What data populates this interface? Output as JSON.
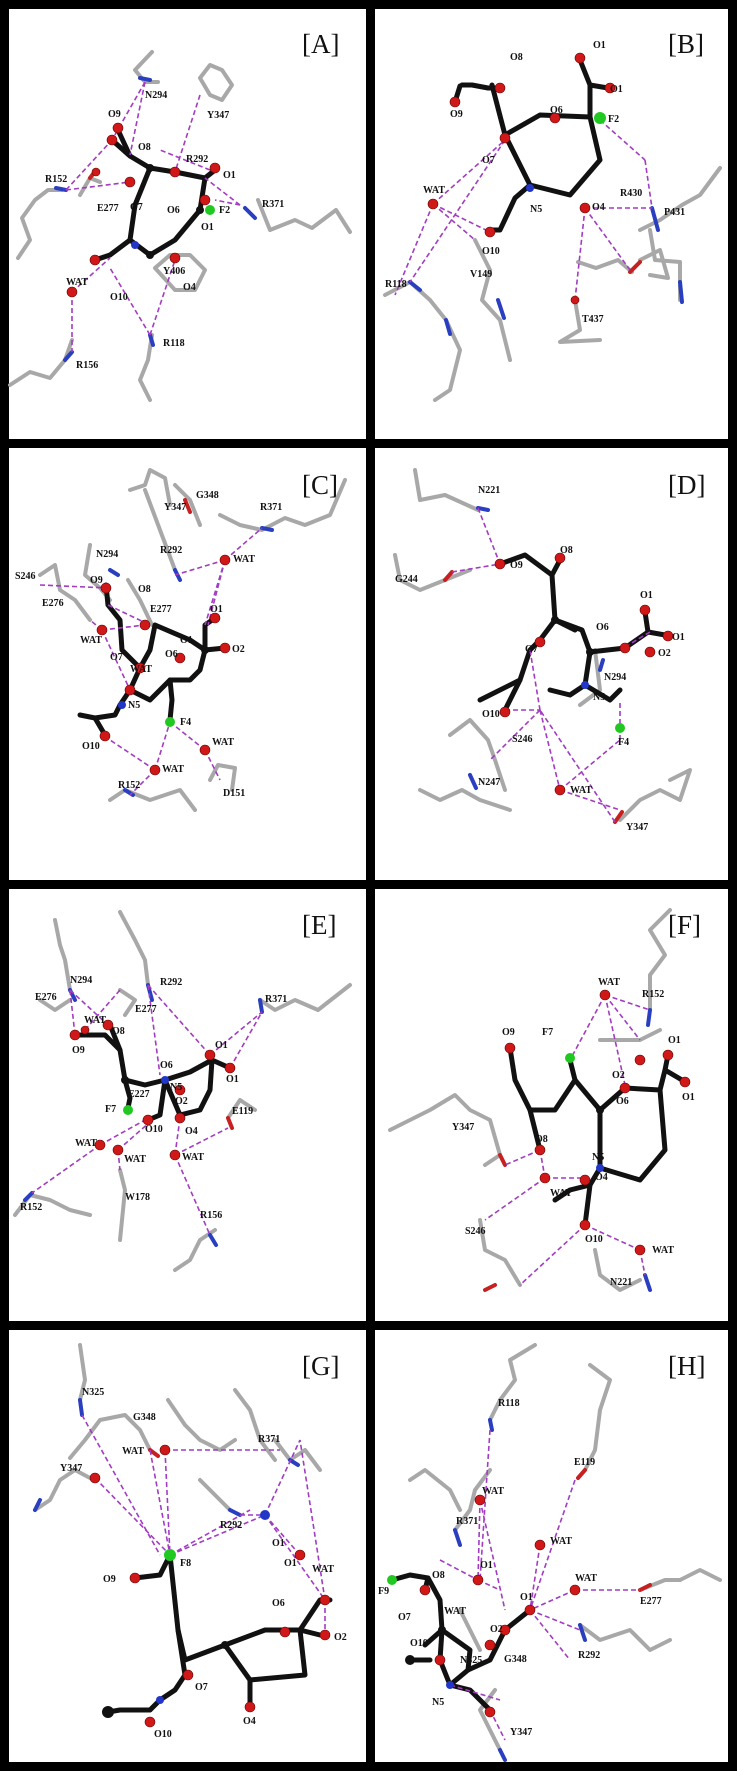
{
  "panels": [
    {
      "id": "A",
      "label": "[A]",
      "atom_labels": [
        "N294",
        "Y347",
        "O9",
        "O8",
        "R292",
        "O1",
        "R152",
        "E277",
        "O7",
        "O6",
        "F2",
        "R371",
        "O1",
        "Y406",
        "O10",
        "O4",
        "WAT",
        "R118",
        "R156"
      ]
    },
    {
      "id": "B",
      "label": "[B]",
      "atom_labels": [
        "O8",
        "O1",
        "O1",
        "O9",
        "O6",
        "F2",
        "O7",
        "WAT",
        "N5",
        "R430",
        "P431",
        "O4",
        "O10",
        "V149",
        "R118",
        "T437"
      ]
    },
    {
      "id": "C",
      "label": "[C]",
      "atom_labels": [
        "G348",
        "Y347",
        "R371",
        "N294",
        "R292",
        "WAT",
        "S246",
        "O9",
        "O8",
        "E276",
        "E277",
        "O1",
        "WAT",
        "O7",
        "O6",
        "O2",
        "WAT",
        "O1",
        "N5",
        "O10",
        "F4",
        "WAT",
        "WAT",
        "R152",
        "D151"
      ]
    },
    {
      "id": "D",
      "label": "[D]",
      "atom_labels": [
        "N221",
        "O8",
        "O9",
        "G244",
        "O1",
        "O6",
        "O1",
        "O7",
        "O2",
        "N294",
        "N5",
        "O10",
        "S246",
        "F4",
        "N247",
        "WAT",
        "Y347"
      ]
    },
    {
      "id": "E",
      "label": "[E]",
      "atom_labels": [
        "R292",
        "N294",
        "E276",
        "E277",
        "WAT",
        "R371",
        "O8",
        "O1",
        "O9",
        "O6",
        "O1",
        "E227",
        "N5",
        "F7",
        "O2",
        "O10",
        "O4",
        "E119",
        "WAT",
        "WAT",
        "WAT",
        "R152",
        "W178",
        "R156"
      ]
    },
    {
      "id": "F",
      "label": "[F]",
      "atom_labels": [
        "WAT",
        "R152",
        "O9",
        "F7",
        "O1",
        "O6",
        "O2",
        "O1",
        "Y347",
        "O8",
        "N5",
        "WAT",
        "O4",
        "O10",
        "S246",
        "WAT",
        "N221"
      ]
    },
    {
      "id": "G",
      "label": "[G]",
      "atom_labels": [
        "N325",
        "G348",
        "WAT",
        "R371",
        "Y347",
        "R292",
        "O1",
        "WAT",
        "F8",
        "O1",
        "O9",
        "O6",
        "O2",
        "O7",
        "O4",
        "O10"
      ]
    },
    {
      "id": "H",
      "label": "[H]",
      "atom_labels": [
        "R118",
        "E119",
        "WAT",
        "R371",
        "WAT",
        "F9",
        "O8",
        "O1",
        "WAT",
        "E277",
        "O7",
        "WAT",
        "O1",
        "O10",
        "O2",
        "N325",
        "G348",
        "R292",
        "N5",
        "Y347"
      ]
    }
  ]
}
